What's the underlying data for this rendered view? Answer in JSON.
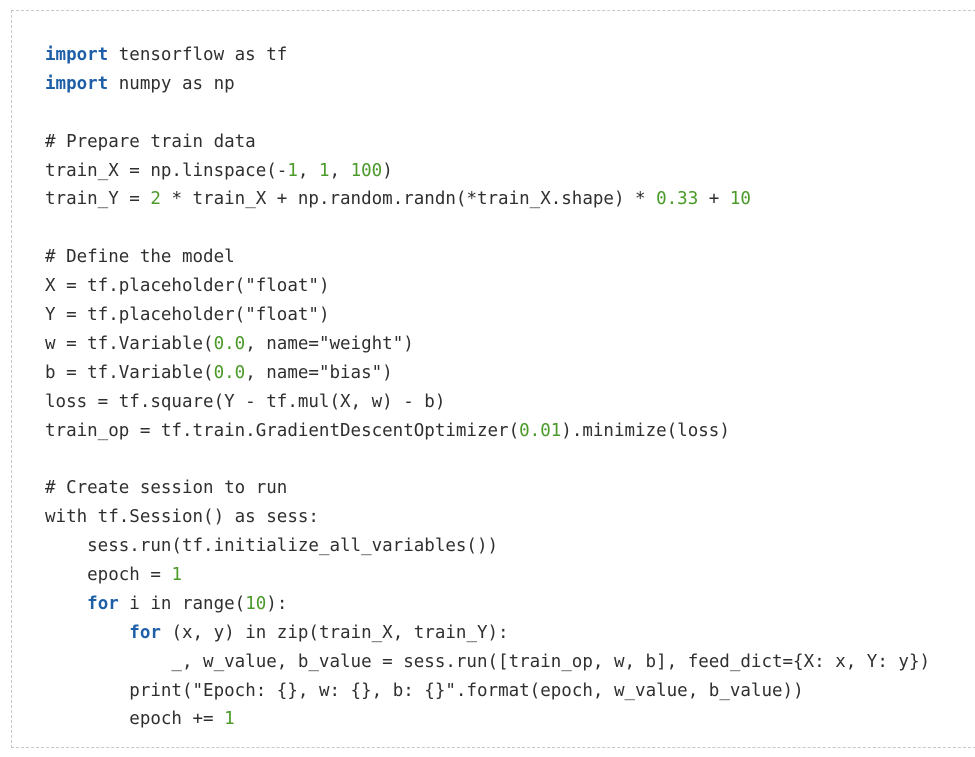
{
  "colors": {
    "keyword": "#1f5fa8",
    "number": "#4b9a2a",
    "text": "#2f2f2f",
    "border": "#c8c8c8",
    "background": "#ffffff"
  },
  "code": {
    "language": "python",
    "lines": [
      [
        {
          "t": "k",
          "v": "import"
        },
        {
          "t": "t",
          "v": " tensorflow as tf"
        }
      ],
      [
        {
          "t": "k",
          "v": "import"
        },
        {
          "t": "t",
          "v": " numpy as np"
        }
      ],
      [],
      [
        {
          "t": "c",
          "v": "# Prepare train data"
        }
      ],
      [
        {
          "t": "t",
          "v": "train_X = np.linspace(-"
        },
        {
          "t": "n",
          "v": "1"
        },
        {
          "t": "t",
          "v": ", "
        },
        {
          "t": "n",
          "v": "1"
        },
        {
          "t": "t",
          "v": ", "
        },
        {
          "t": "n",
          "v": "100"
        },
        {
          "t": "t",
          "v": ")"
        }
      ],
      [
        {
          "t": "t",
          "v": "train_Y = "
        },
        {
          "t": "n",
          "v": "2"
        },
        {
          "t": "t",
          "v": " * train_X + np.random.randn(*train_X.shape) * "
        },
        {
          "t": "n",
          "v": "0.33"
        },
        {
          "t": "t",
          "v": " + "
        },
        {
          "t": "n",
          "v": "10"
        }
      ],
      [],
      [
        {
          "t": "c",
          "v": "# Define the model"
        }
      ],
      [
        {
          "t": "t",
          "v": "X = tf.placeholder("
        },
        {
          "t": "s",
          "v": "\"float\""
        },
        {
          "t": "t",
          "v": ")"
        }
      ],
      [
        {
          "t": "t",
          "v": "Y = tf.placeholder("
        },
        {
          "t": "s",
          "v": "\"float\""
        },
        {
          "t": "t",
          "v": ")"
        }
      ],
      [
        {
          "t": "t",
          "v": "w = tf.Variable("
        },
        {
          "t": "n",
          "v": "0.0"
        },
        {
          "t": "t",
          "v": ", name="
        },
        {
          "t": "s",
          "v": "\"weight\""
        },
        {
          "t": "t",
          "v": ")"
        }
      ],
      [
        {
          "t": "t",
          "v": "b = tf.Variable("
        },
        {
          "t": "n",
          "v": "0.0"
        },
        {
          "t": "t",
          "v": ", name="
        },
        {
          "t": "s",
          "v": "\"bias\""
        },
        {
          "t": "t",
          "v": ")"
        }
      ],
      [
        {
          "t": "t",
          "v": "loss = tf.square(Y - tf.mul(X, w) - b)"
        }
      ],
      [
        {
          "t": "t",
          "v": "train_op = tf.train.GradientDescentOptimizer("
        },
        {
          "t": "n",
          "v": "0.01"
        },
        {
          "t": "t",
          "v": ").minimize(loss)"
        }
      ],
      [],
      [
        {
          "t": "c",
          "v": "# Create session to run"
        }
      ],
      [
        {
          "t": "t",
          "v": "with tf.Session() as sess:"
        }
      ],
      [
        {
          "t": "t",
          "v": "    sess.run(tf.initialize_all_variables())"
        }
      ],
      [
        {
          "t": "t",
          "v": "    epoch = "
        },
        {
          "t": "n",
          "v": "1"
        }
      ],
      [
        {
          "t": "t",
          "v": "    "
        },
        {
          "t": "k",
          "v": "for"
        },
        {
          "t": "t",
          "v": " i in range("
        },
        {
          "t": "n",
          "v": "10"
        },
        {
          "t": "t",
          "v": "):"
        }
      ],
      [
        {
          "t": "t",
          "v": "        "
        },
        {
          "t": "k",
          "v": "for"
        },
        {
          "t": "t",
          "v": " (x, y) in zip(train_X, train_Y):"
        }
      ],
      [
        {
          "t": "t",
          "v": "            _, w_value, b_value = sess.run([train_op, w, b], feed_dict={X: x, Y: y})"
        }
      ],
      [
        {
          "t": "t",
          "v": "        print("
        },
        {
          "t": "s",
          "v": "\"Epoch: {}, w: {}, b: {}\""
        },
        {
          "t": "t",
          "v": ".format(epoch, w_value, b_value))"
        }
      ],
      [
        {
          "t": "t",
          "v": "        epoch += "
        },
        {
          "t": "n",
          "v": "1"
        }
      ]
    ]
  }
}
